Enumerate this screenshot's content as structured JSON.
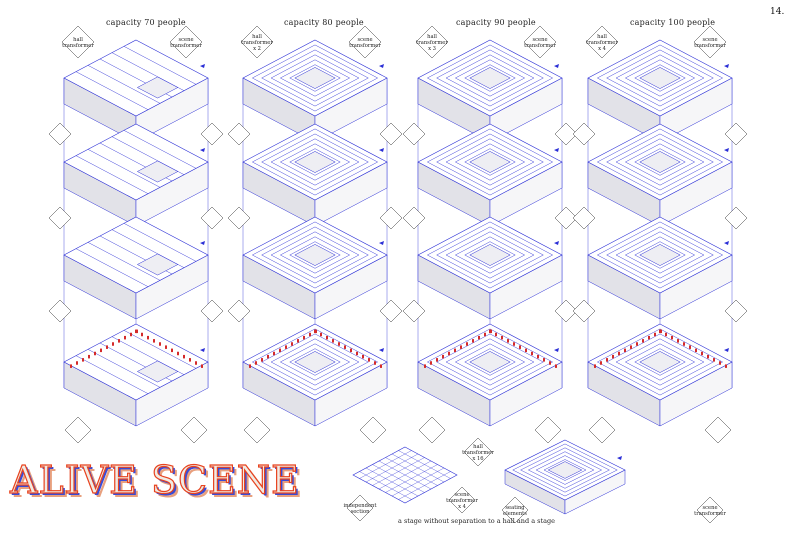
{
  "page_number": "14.",
  "title": "ALIVE SCENE",
  "columns": [
    {
      "caption": "capacity 70 people",
      "diamond_left": [
        "hall",
        "transformer"
      ],
      "diamond_right": [
        "scene",
        "transformer"
      ]
    },
    {
      "caption": "capacity 80 people",
      "diamond_left": [
        "hall",
        "transformer",
        "x 2"
      ],
      "diamond_right": [
        "scene",
        "transformer"
      ]
    },
    {
      "caption": "capacity 90 people",
      "diamond_left": [
        "hall",
        "transformer",
        "x 3"
      ],
      "diamond_right": [
        "scene",
        "transformer"
      ]
    },
    {
      "caption": "capacity 100 people",
      "diamond_left": [
        "hall",
        "transformer",
        "x 4"
      ],
      "diamond_right": [
        "scene",
        "transformer"
      ]
    }
  ],
  "bottom_note": "a stage without separation to a hall and a stage",
  "bottom_diamonds": [
    {
      "lines": [
        "hall",
        "transformer",
        "x 16"
      ]
    },
    {
      "lines": [
        "independent",
        "section"
      ]
    },
    {
      "lines": [
        "scene",
        "transformer",
        "x 4"
      ]
    },
    {
      "lines": [
        "seating",
        "elements"
      ]
    },
    {
      "lines": [
        "scene",
        "transformer"
      ]
    }
  ],
  "colors": {
    "line": "#2b2fd6",
    "fill": "#ececf0",
    "seat": "#d42a2a",
    "title_fill": "#f0ebe4",
    "title_stroke": "#e8431f"
  }
}
